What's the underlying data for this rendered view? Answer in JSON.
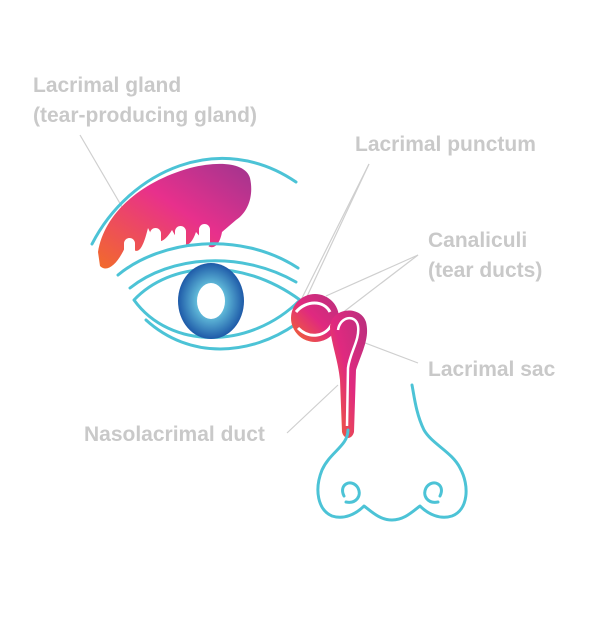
{
  "labels": {
    "lacrimal_gland_line1": "Lacrimal gland",
    "lacrimal_gland_line2": "(tear-producing gland)",
    "lacrimal_punctum": "Lacrimal punctum",
    "canaliculi_line1": "Canaliculi",
    "canaliculi_line2": "(tear ducts)",
    "lacrimal_sac": "Lacrimal sac",
    "nasolacrimal_duct": "Nasolacrimal duct"
  },
  "colors": {
    "outline": "#4cc3d6",
    "label_text": "#c9c9c9",
    "gland_gradient": [
      "#f26b2a",
      "#e8308c",
      "#a0358f"
    ],
    "iris_gradient": [
      "#e6f7fb",
      "#5fb8d8",
      "#1e5aa8"
    ],
    "sac_gradient": [
      "#f26b2a",
      "#e0297f",
      "#b8307d"
    ]
  },
  "icons": [
    "lacrimal-gland-shape",
    "eye-iris-icon",
    "punctum-shape",
    "lacrimal-sac-shape",
    "nose-outline"
  ]
}
